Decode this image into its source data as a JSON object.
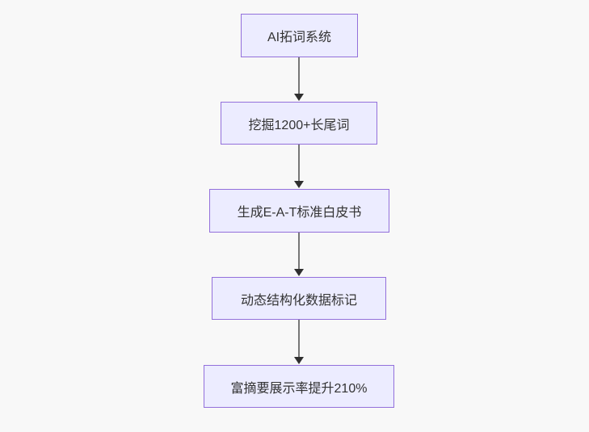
{
  "diagram": {
    "type": "flowchart",
    "direction": "top-down",
    "nodes": [
      {
        "id": "step-1",
        "label": "AI拓词系统"
      },
      {
        "id": "step-2",
        "label": "挖掘1200+长尾词"
      },
      {
        "id": "step-3",
        "label": "生成E-A-T标准白皮书"
      },
      {
        "id": "step-4",
        "label": "动态结构化数据标记"
      },
      {
        "id": "step-5",
        "label": "富摘要展示率提升210%"
      }
    ],
    "edges": [
      {
        "from": "step-1",
        "to": "step-2"
      },
      {
        "from": "step-2",
        "to": "step-3"
      },
      {
        "from": "step-3",
        "to": "step-4"
      },
      {
        "from": "step-4",
        "to": "step-5"
      }
    ],
    "colors": {
      "node_fill": "#ECECFF",
      "node_border": "#9370DB",
      "node_text": "#333333",
      "edge_line": "#777777",
      "edge_arrowhead": "#2f2f2f",
      "background": "#f8f8f8"
    }
  }
}
